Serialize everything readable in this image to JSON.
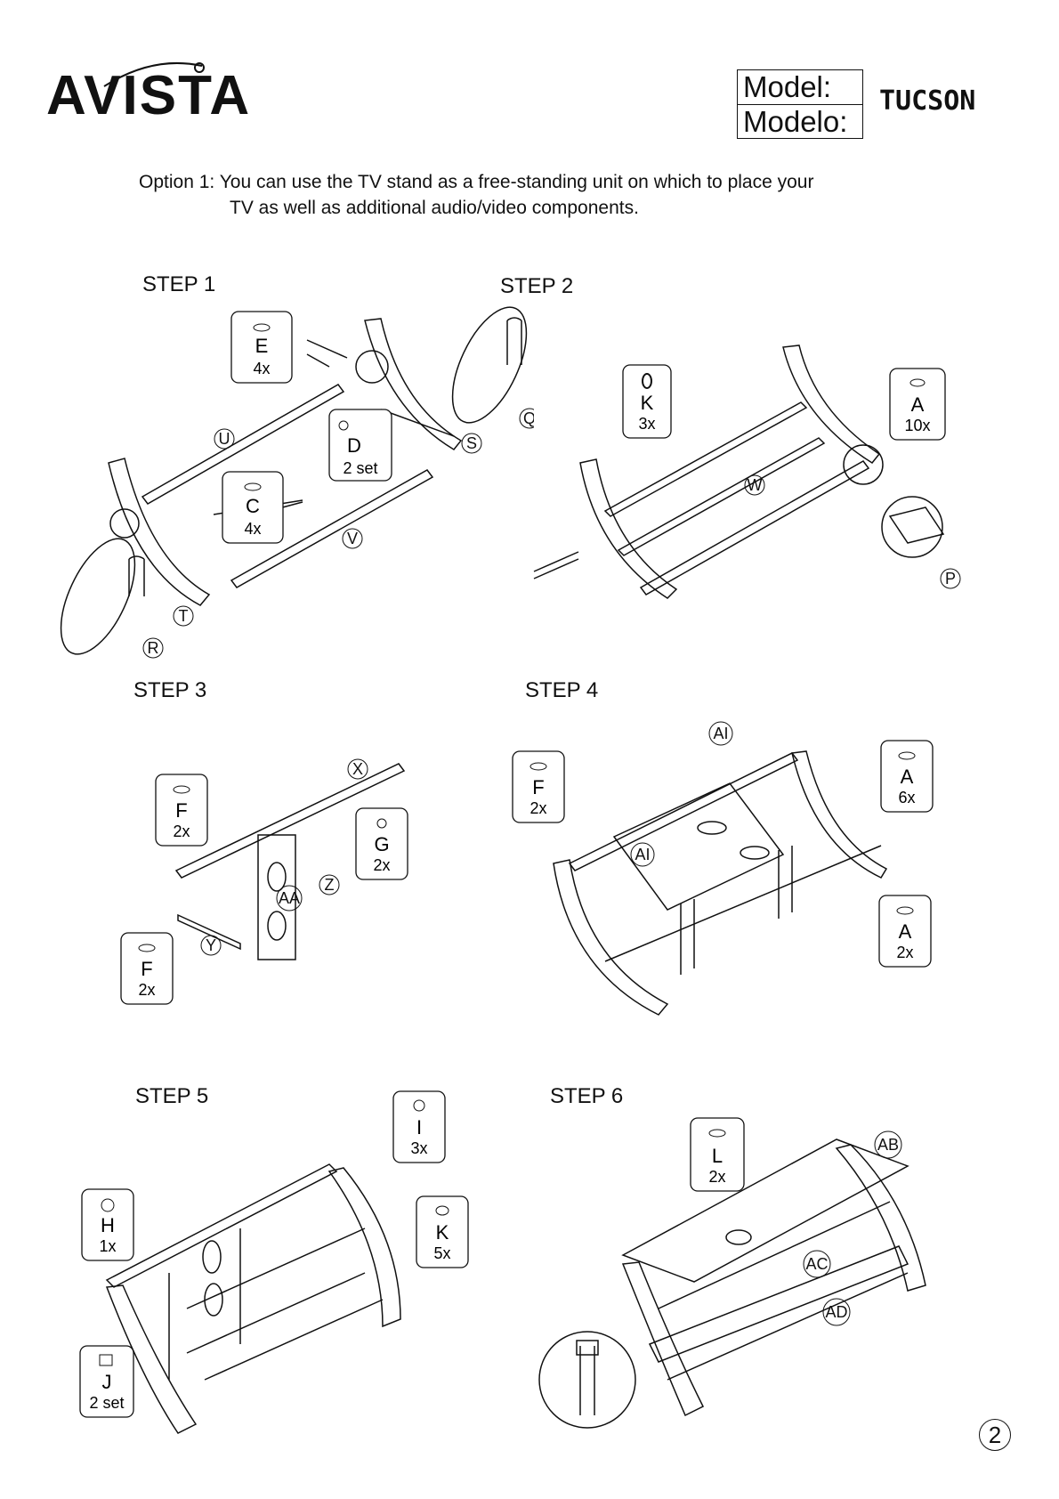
{
  "header": {
    "brand": "AVISTA",
    "model_label": "Model:",
    "modelo_label": "Modelo:",
    "model_value": "TUCSON"
  },
  "intro": {
    "prefix": "Option 1: ",
    "line1": "You can use the TV stand as a free-standing unit on which to place your",
    "line2": "TV as well as additional audio/video components."
  },
  "steps": {
    "s1": {
      "title": "STEP 1",
      "callouts": [
        {
          "letter": "E",
          "qty": "4x"
        },
        {
          "letter": "C",
          "qty": "4x"
        },
        {
          "letter": "D",
          "qty": "2 set"
        }
      ],
      "parts": [
        "U",
        "V",
        "T",
        "S",
        "Q",
        "R"
      ]
    },
    "s2": {
      "title": "STEP 2",
      "callouts": [
        {
          "letter": "K",
          "qty": "3x"
        },
        {
          "letter": "A",
          "qty": "10x"
        }
      ],
      "parts": [
        "W",
        "P"
      ]
    },
    "s3": {
      "title": "STEP 3",
      "callouts": [
        {
          "letter": "F",
          "qty": "2x"
        },
        {
          "letter": "G",
          "qty": "2x"
        },
        {
          "letter": "F",
          "qty": "2x"
        }
      ],
      "parts": [
        "X",
        "Z",
        "AA",
        "Y"
      ]
    },
    "s4": {
      "title": "STEP 4",
      "callouts": [
        {
          "letter": "F",
          "qty": "2x"
        },
        {
          "letter": "A",
          "qty": "6x"
        },
        {
          "letter": "A",
          "qty": "2x"
        }
      ],
      "parts": [
        "AI",
        "AI"
      ]
    },
    "s5": {
      "title": "STEP 5",
      "callouts": [
        {
          "letter": "I",
          "qty": "3x"
        },
        {
          "letter": "H",
          "qty": "1x"
        },
        {
          "letter": "K",
          "qty": "5x"
        },
        {
          "letter": "J",
          "qty": "2 set"
        }
      ]
    },
    "s6": {
      "title": "STEP 6",
      "callouts": [
        {
          "letter": "L",
          "qty": "2x"
        }
      ],
      "parts": [
        "AB",
        "AC",
        "AD"
      ]
    }
  },
  "page_number": "2"
}
